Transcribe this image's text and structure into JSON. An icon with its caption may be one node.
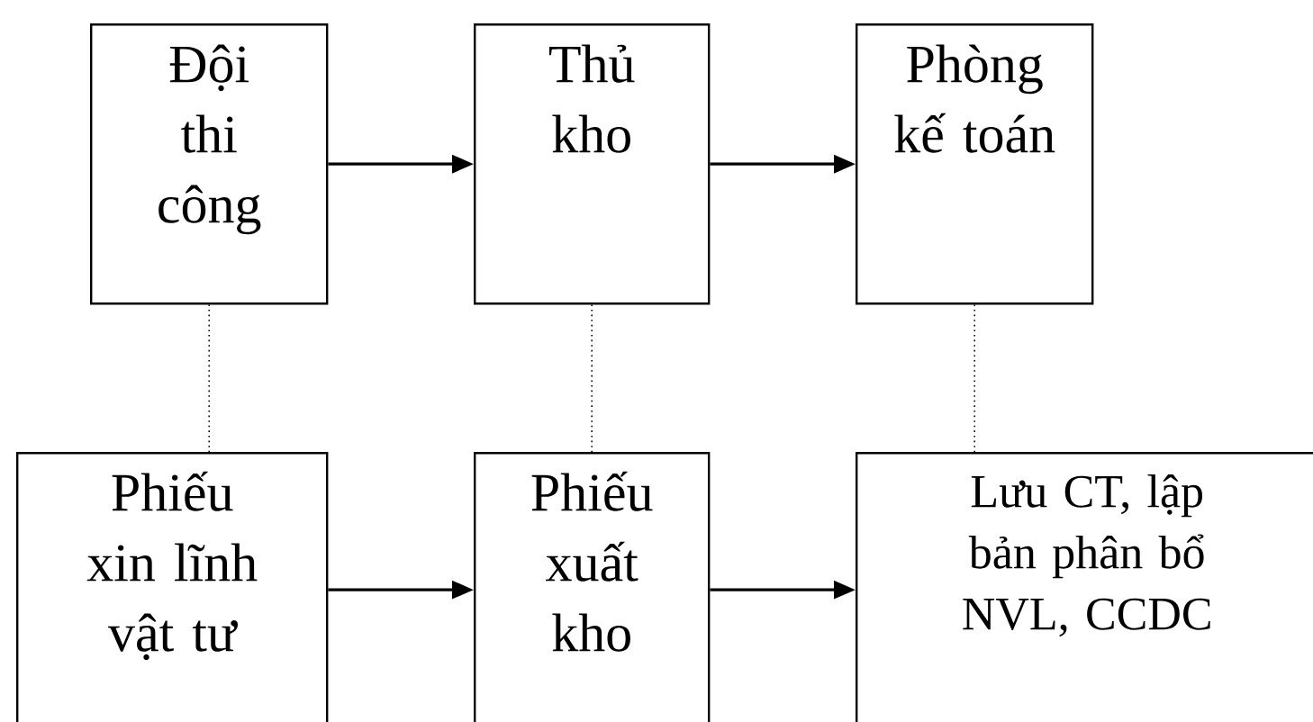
{
  "diagram": {
    "nodes": [
      {
        "text": [
          "Đội thi công"
        ]
      },
      {
        "text": [
          "Thủ kho"
        ]
      },
      {
        "text": [
          "Phòng kế toán"
        ]
      },
      {
        "text": [
          "Phiếu xin lĩnh vật tư"
        ]
      },
      {
        "text": [
          "Phiếu xuất kho"
        ]
      },
      {
        "text": [
          "Lưu CT, lập bản phân bổ NVL, CCDC"
        ]
      }
    ],
    "edges": [
      {
        "from": 0,
        "to": 1,
        "arrow": "to"
      },
      {
        "from": 1,
        "to": 2,
        "arrow": "to"
      },
      {
        "from": 3,
        "to": 4,
        "arrow": "to"
      },
      {
        "from": 4,
        "to": 5,
        "arrow": "to"
      },
      {
        "from": 0,
        "to": 3,
        "arrow": "none",
        "style": "dashed"
      },
      {
        "from": 1,
        "to": 4,
        "arrow": "none",
        "style": "dashed"
      },
      {
        "from": 2,
        "to": 5,
        "arrow": "none",
        "style": "dashed"
      }
    ]
  }
}
